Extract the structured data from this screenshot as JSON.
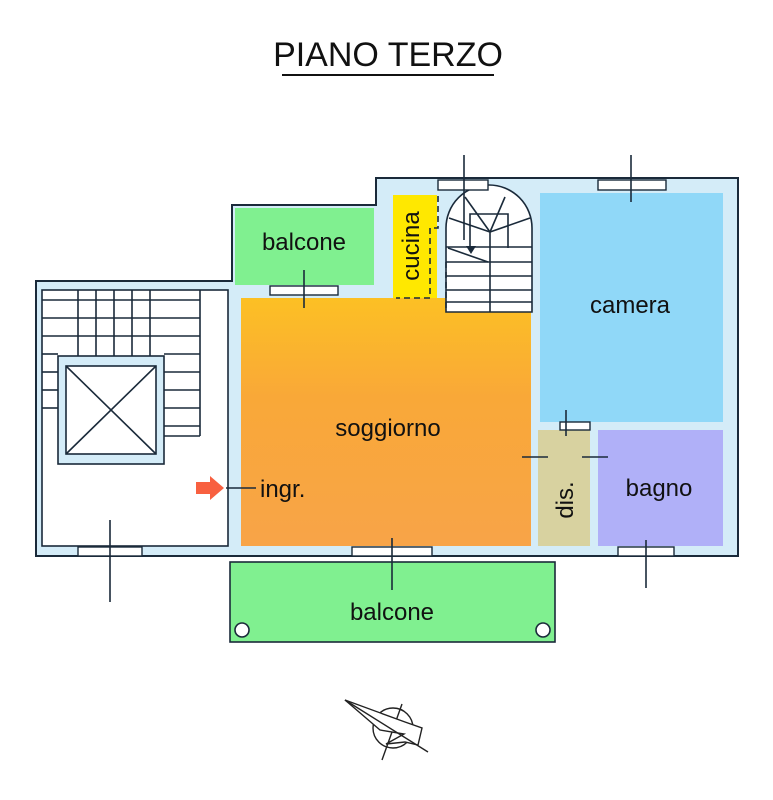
{
  "title": "PIANO TERZO",
  "rooms": {
    "balcone_top": "balcone",
    "cucina": "cucina",
    "camera": "camera",
    "soggiorno": "soggiorno",
    "ingresso": "ingr.",
    "disimpegno": "dis.",
    "bagno": "bagno",
    "balcone_bottom": "balcone"
  },
  "colors": {
    "balcone": "#80f090",
    "cucina": "#ffe800",
    "soggiorno_top": "#fcc024",
    "soggiorno_bottom": "#f8a448",
    "camera": "#90d8f8",
    "disimpegno": "#d8d2a0",
    "bagno": "#b0b0f8",
    "wall": "#d4ecf8",
    "entry_arrow": "#f86040"
  },
  "icons": [
    "entry-arrow-icon",
    "north-compass-icon"
  ]
}
